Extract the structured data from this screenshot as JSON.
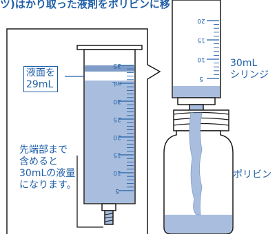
{
  "header": {
    "text": "ツ)はかり取った液剤をポリビンに移します。"
  },
  "callouts": {
    "liquid_surface": "液面を\n29mL",
    "tip_note": "先端部まで\n含めると\n30mLの液量\nになります。",
    "syringe_label": "30mL\nシリンジ",
    "bottle_label": "ポリビン"
  },
  "scale_large": [
    "35",
    "mL",
    "30",
    "25",
    "20",
    "15",
    "10",
    "5"
  ],
  "scale_small": [
    "20",
    "15",
    "10",
    "5"
  ],
  "colors": {
    "accent": "#1f5fa8",
    "liquid": "#a9bede",
    "liquid_dark": "#7f9cc8",
    "frame": "#1a1a1a"
  }
}
